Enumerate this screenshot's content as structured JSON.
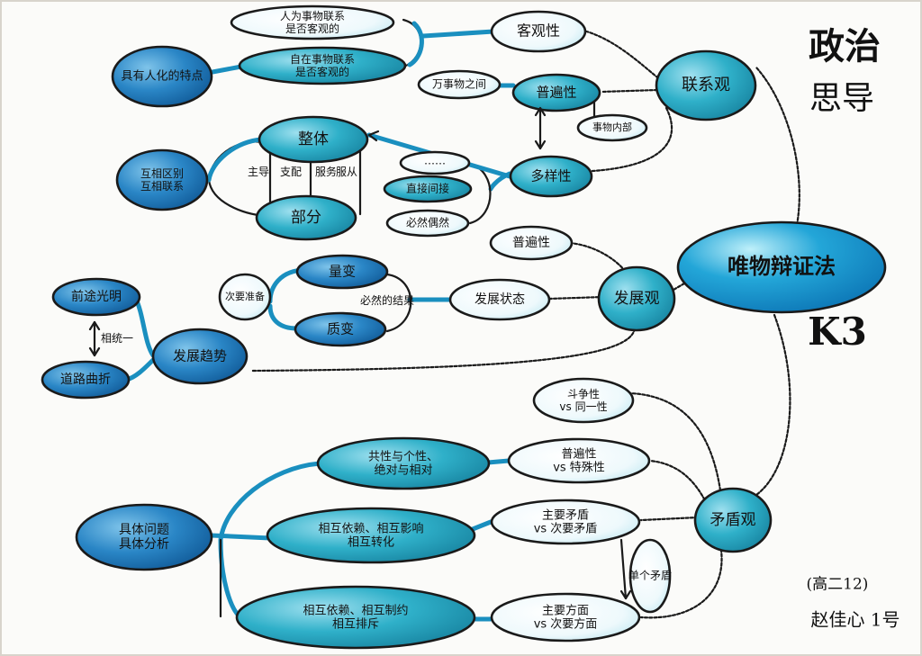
{
  "title": {
    "line1": "政治",
    "line2": "思导"
  },
  "corner_mark": "K3",
  "signature": {
    "class": "(高二12)",
    "name": "赵佳心 1号"
  },
  "colors": {
    "teal": "#2fb0c9",
    "deep": "#1676b8",
    "light": "#bfe6f0",
    "line": "#1a8fbf",
    "ink": "#1a1a1a"
  },
  "nodes": {
    "center": "唯物辩证法",
    "lianxi": "联系观",
    "keguan": "客观性",
    "keguan_a": "人为事物联系是否客观的",
    "keguan_b": "自在事物联系是否客观的",
    "renhua": "具有人化的特点",
    "pubian": "普遍性",
    "pubian_a": "万事物之间",
    "pubian_b": "事物内部",
    "duoyang": "多样性",
    "duoyang_a": "……",
    "duoyang_b": "直接间接",
    "duoyang_c": "必然偶然",
    "zhengti": "整体",
    "bufen": "部分",
    "huxiang": "互相区别 互相联系",
    "fazhan": "发展观",
    "fz_pubian": "普遍性",
    "fz_zhuangtai": "发展状态",
    "liangbian": "量变",
    "zhibian": "质变",
    "ciyao": "次要准备",
    "qushi": "发展趋势",
    "qiantu": "前途光明",
    "daolu": "道路曲折",
    "maodun": "矛盾观",
    "douzheng": "斗争性 vs 同一性",
    "pubian_vs": "普遍性 vs 特殊性",
    "gongxing": "共性与个性、绝对与相对",
    "zhuyao_md": "主要矛盾 vs 次要矛盾",
    "yilai_a": "相互依赖、相互影响 相互转化",
    "zhuyao_fm": "主要方面 vs 次要方面",
    "yilai_b": "相互依赖、相互制约 相互排斥",
    "juti": "具体问题 具体分析"
  },
  "labels": {
    "zhudao_a": "主导",
    "zhudao_b": "支配",
    "fuwu": "服务",
    "fucong": "服从",
    "tongyi": "相统一",
    "biran": "必然的结果",
    "dange": "单个矛盾"
  }
}
